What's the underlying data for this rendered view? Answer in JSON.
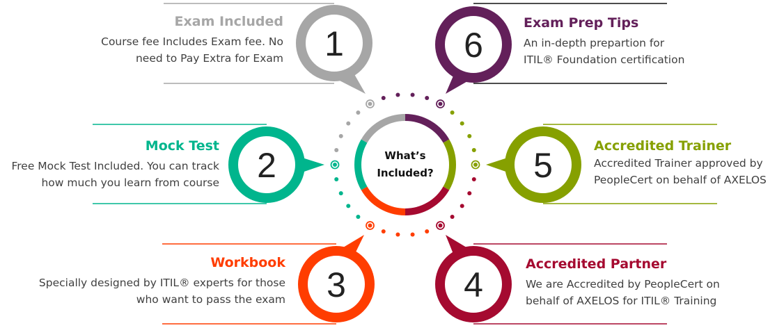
{
  "center_label": "What’s Included?",
  "colors": {
    "gray": "#a6a6a6",
    "purple": "#63205a",
    "teal": "#00b58d",
    "olive": "#86a000",
    "orange": "#ff3d00",
    "crimson": "#a50a30"
  },
  "items": [
    {
      "number": "1",
      "title": "Exam Included",
      "desc": [
        "Course fee Includes Exam fee. No",
        "need to Pay Extra for Exam"
      ]
    },
    {
      "number": "2",
      "title": "Mock Test",
      "desc": [
        "Free Mock Test Included. You can track",
        "how much you learn from course"
      ]
    },
    {
      "number": "3",
      "title": "Workbook",
      "desc": [
        "Specially designed by ITIL® experts for those",
        "who want to pass the exam"
      ]
    },
    {
      "number": "4",
      "title": "Accredited Partner",
      "desc": [
        "We are Accredited by PeopleCert on",
        "behalf of AXELOS for ITIL®  Training"
      ]
    },
    {
      "number": "5",
      "title": "Accredited Trainer",
      "desc": [
        "Accredited Trainer approved by",
        "PeopleCert on behalf of AXELOS"
      ]
    },
    {
      "number": "6",
      "title": "Exam Prep Tips",
      "desc": [
        "An in-depth prepartion for",
        "ITIL®  Foundation certification"
      ]
    }
  ]
}
